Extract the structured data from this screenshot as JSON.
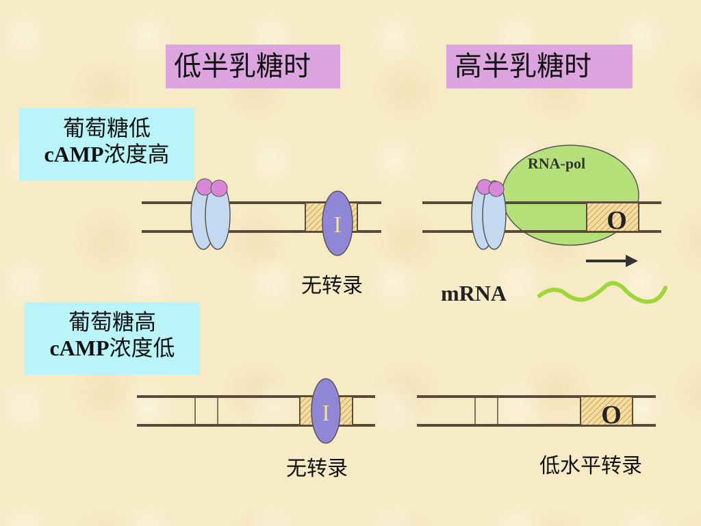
{
  "headers": {
    "low_lactose": "低半乳糖时",
    "high_lactose": "高半乳糖时"
  },
  "conditions": {
    "top": {
      "line1": "葡萄糖低",
      "line2_latin": "cAMP",
      "line2_cjk": "浓度高"
    },
    "bottom": {
      "line1": "葡萄糖高",
      "line2_latin": "cAMP",
      "line2_cjk": "浓度低"
    }
  },
  "labels": {
    "repressor": "I",
    "operator": "O",
    "polymerase": "RNA-pol",
    "mrna": "mRNA",
    "no_transcription": "无转录",
    "low_level_transcription": "低水平转录"
  },
  "colors": {
    "header_bg": "#dda5e0",
    "condition_bg": "#b8f4f8",
    "dna_line": "#5a4a3a",
    "cap_protein": "#c4d9ef",
    "camp": "#d886d8",
    "repressor": "#8f86d6",
    "repressor_text": "#f4e28a",
    "polymerase": "#b6e07a",
    "mrna": "#9fd63a"
  }
}
